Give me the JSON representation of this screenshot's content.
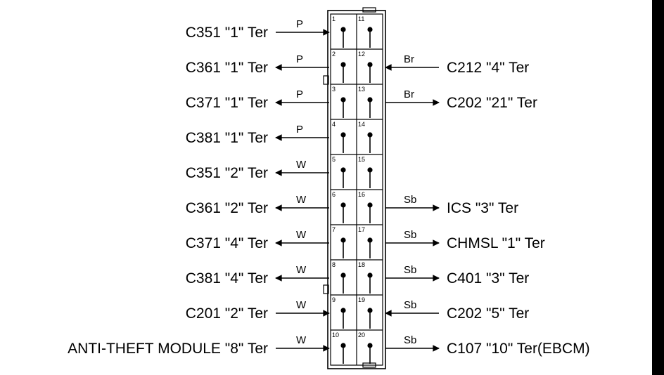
{
  "connector": {
    "left_column": [
      {
        "pin": "1",
        "color": "P",
        "label": "C351 \"1\" Ter",
        "direction": "in"
      },
      {
        "pin": "2",
        "color": "P",
        "label": "C361 \"1\" Ter",
        "direction": "out"
      },
      {
        "pin": "3",
        "color": "P",
        "label": "C371 \"1\" Ter",
        "direction": "out"
      },
      {
        "pin": "4",
        "color": "P",
        "label": "C381 \"1\" Ter",
        "direction": "out"
      },
      {
        "pin": "5",
        "color": "W",
        "label": "C351 \"2\" Ter",
        "direction": "out"
      },
      {
        "pin": "6",
        "color": "W",
        "label": "C361 \"2\" Ter",
        "direction": "out"
      },
      {
        "pin": "7",
        "color": "W",
        "label": "C371 \"4\" Ter",
        "direction": "out"
      },
      {
        "pin": "8",
        "color": "W",
        "label": "C381 \"4\" Ter",
        "direction": "out"
      },
      {
        "pin": "9",
        "color": "W",
        "label": "C201 \"2\" Ter",
        "direction": "in"
      },
      {
        "pin": "10",
        "color": "W",
        "label": "ANTI-THEFT MODULE \"8\" Ter",
        "direction": "in"
      }
    ],
    "right_column": [
      {
        "pin": "11",
        "color": "",
        "label": "",
        "direction": ""
      },
      {
        "pin": "12",
        "color": "Br",
        "label": "C212 \"4\" Ter",
        "direction": "in"
      },
      {
        "pin": "13",
        "color": "Br",
        "label": "C202 \"21\" Ter",
        "direction": "out"
      },
      {
        "pin": "14",
        "color": "",
        "label": "",
        "direction": ""
      },
      {
        "pin": "15",
        "color": "",
        "label": "",
        "direction": ""
      },
      {
        "pin": "16",
        "color": "Sb",
        "label": "ICS \"3\" Ter",
        "direction": "out"
      },
      {
        "pin": "17",
        "color": "Sb",
        "label": "CHMSL \"1\" Ter",
        "direction": "out"
      },
      {
        "pin": "18",
        "color": "Sb",
        "label": "C401 \"3\" Ter",
        "direction": "out"
      },
      {
        "pin": "19",
        "color": "Sb",
        "label": "C202 \"5\" Ter",
        "direction": "in"
      },
      {
        "pin": "20",
        "color": "Sb",
        "label": "C107 \"10\" Ter(EBCM)",
        "direction": "out"
      }
    ]
  }
}
